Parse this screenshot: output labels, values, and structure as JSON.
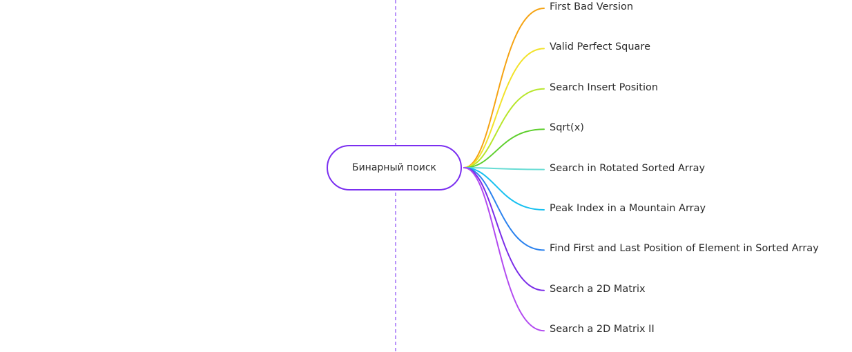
{
  "diagram": {
    "axis_color": "#8a4cf5",
    "root": {
      "label": "Бинарный поиск",
      "border_color": "#7b2ff0"
    },
    "branches": [
      {
        "label": "First Bad Version",
        "color": "#f5a313"
      },
      {
        "label": "Valid Perfect Square",
        "color": "#f2e229"
      },
      {
        "label": "Search Insert Position",
        "color": "#b8e62c"
      },
      {
        "label": "Sqrt(x)",
        "color": "#5fcf2e"
      },
      {
        "label": "Search in Rotated Sorted Array",
        "color": "#67dcd4"
      },
      {
        "label": "Peak Index in a Mountain Array",
        "color": "#17c0f0"
      },
      {
        "label": "Find First and Last Position of Element in Sorted Array",
        "color": "#2b82ee"
      },
      {
        "label": "Search a 2D Matrix",
        "color": "#7a2ce8"
      },
      {
        "label": "Search a 2D Matrix II",
        "color": "#b24af0"
      }
    ]
  }
}
